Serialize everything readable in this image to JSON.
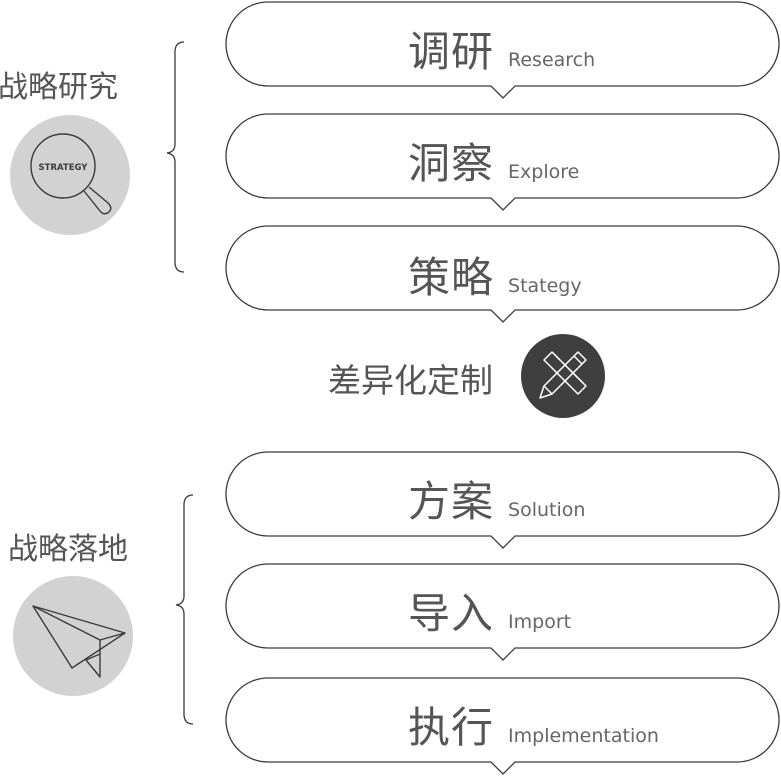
{
  "sections": {
    "research": {
      "label": "战略研究",
      "icon": "magnifier-icon",
      "icon_text": "STRATEGY"
    },
    "landing": {
      "label": "战略落地",
      "icon": "paper-plane-icon"
    }
  },
  "steps": [
    {
      "zh": "调研",
      "en": "Research"
    },
    {
      "zh": "洞察",
      "en": "Explore"
    },
    {
      "zh": "策略",
      "en": "Stategy"
    },
    {
      "zh": "方案",
      "en": "Solution"
    },
    {
      "zh": "导入",
      "en": "Import"
    },
    {
      "zh": "执行",
      "en": "Implementation"
    }
  ],
  "middle": {
    "label": "差异化定制",
    "icon": "ruler-pencil-icon"
  },
  "colors": {
    "stroke": "#3a3a3a",
    "circle_fill": "#d3d2d2",
    "dark_circle": "#3f3f3f",
    "text": "#555555"
  }
}
